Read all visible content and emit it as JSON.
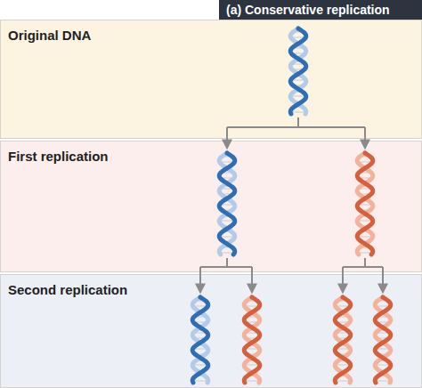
{
  "diagram": {
    "title": "(a) Conservative replication",
    "nodes": [
      {
        "text": [
          "Original DNA"
        ]
      },
      {
        "text": [
          "First replication"
        ]
      },
      {
        "text": [
          "Second replication"
        ]
      }
    ]
  }
}
